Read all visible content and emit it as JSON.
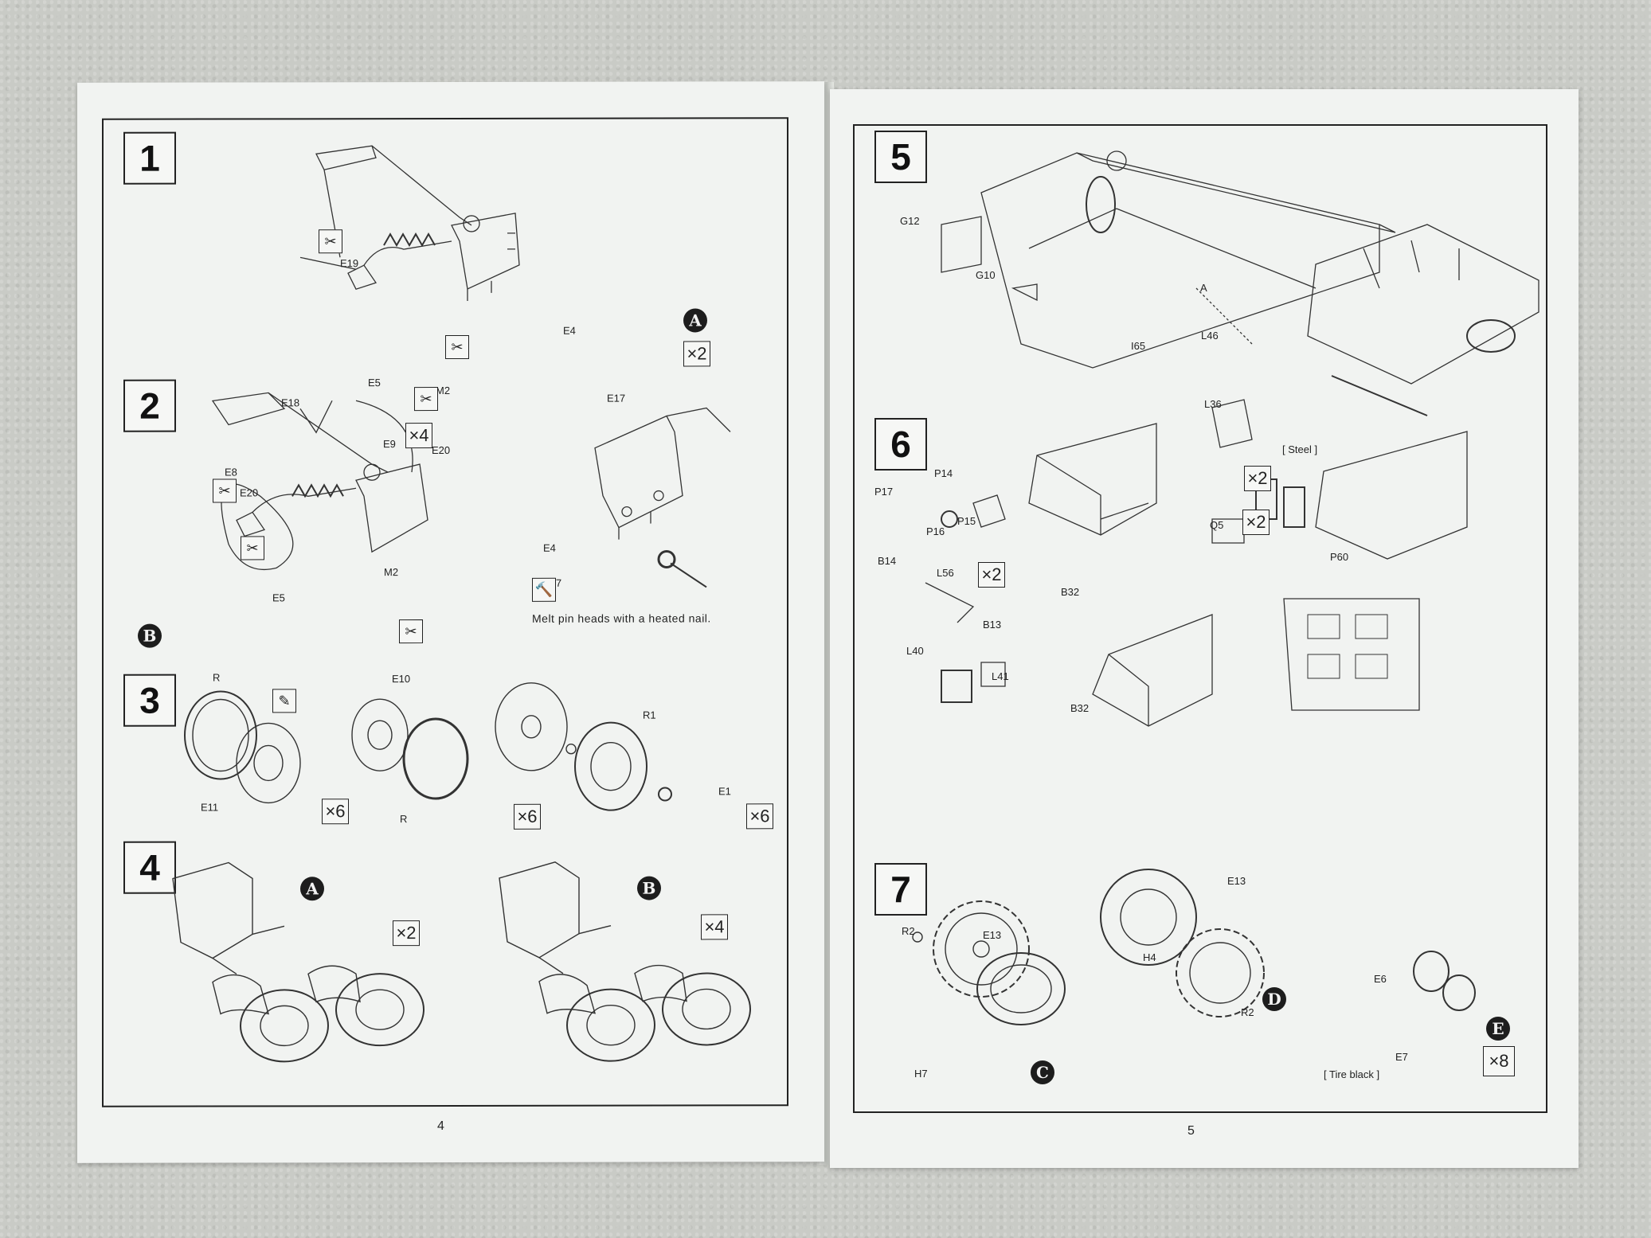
{
  "left_page": {
    "page_number": "4",
    "steps": [
      {
        "number": "1",
        "parts": [
          "E19",
          "E4",
          "E5",
          "M2",
          "E17"
        ],
        "badge": "A",
        "multiplier": "×2"
      },
      {
        "number": "2",
        "parts": [
          "E18",
          "E9",
          "E20",
          "E8",
          "E20",
          "E4",
          "M2",
          "E17",
          "E5"
        ],
        "badge": "B",
        "multiplier": "×4",
        "note": "Melt pin heads with a heated nail."
      },
      {
        "number": "3",
        "parts": [
          "R",
          "E11",
          "E10",
          "R",
          "R1",
          "E1"
        ],
        "multipliers": [
          "×6",
          "×6",
          "×6"
        ]
      },
      {
        "number": "4",
        "badges": [
          "A",
          "B"
        ],
        "multipliers": [
          "×2",
          "×4"
        ]
      }
    ]
  },
  "right_page": {
    "page_number": "5",
    "steps": [
      {
        "number": "5",
        "parts": [
          "G12",
          "G10",
          "A",
          "I65",
          "L46",
          "L36"
        ]
      },
      {
        "number": "6",
        "parts": [
          "P14",
          "P17",
          "P16",
          "P15",
          "Q5",
          "[ Steel ]",
          "P60",
          "B14",
          "L56",
          "B13",
          "B32",
          "L40",
          "L41",
          "B32"
        ],
        "multipliers": [
          "×2",
          "×2",
          "×2"
        ]
      },
      {
        "number": "7",
        "parts": [
          "R2",
          "E13",
          "H7",
          "E13",
          "H4",
          "R2",
          "E6",
          "E7",
          "[ Tire black ]"
        ],
        "badges": [
          "C",
          "D",
          "E"
        ],
        "multiplier": "×8"
      }
    ]
  },
  "icons": {
    "cement": "cement-icon",
    "paint": "paint-icon",
    "heated_nail": "heated-nail-icon"
  }
}
